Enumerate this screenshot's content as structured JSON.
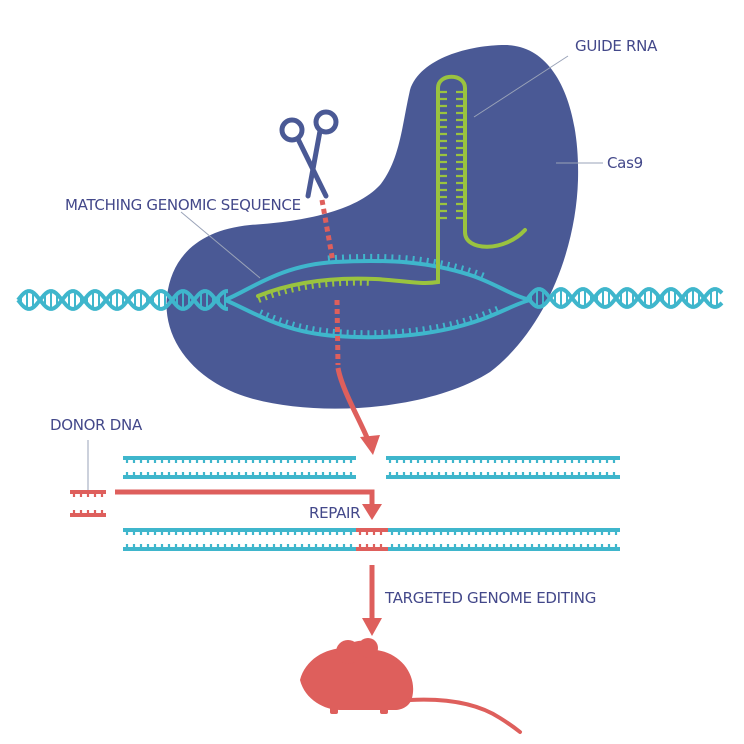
{
  "labels": {
    "guide_rna": "GUIDE RNA",
    "cas9": "Cas9",
    "matching_sequence": "MATCHING GENOMIC SEQUENCE",
    "donor_dna": "DONOR DNA",
    "repair": "REPAIR",
    "targeted_editing": "TARGETED GENOME EDITING"
  },
  "colors": {
    "protein": "#4a5995",
    "dna": "#3fb6cc",
    "rna": "#9ac33f",
    "donor": "#de5f5c",
    "text": "#43488a",
    "leader": "#9aa3b8"
  },
  "icons": [
    "scissors-icon",
    "mouse-icon"
  ]
}
